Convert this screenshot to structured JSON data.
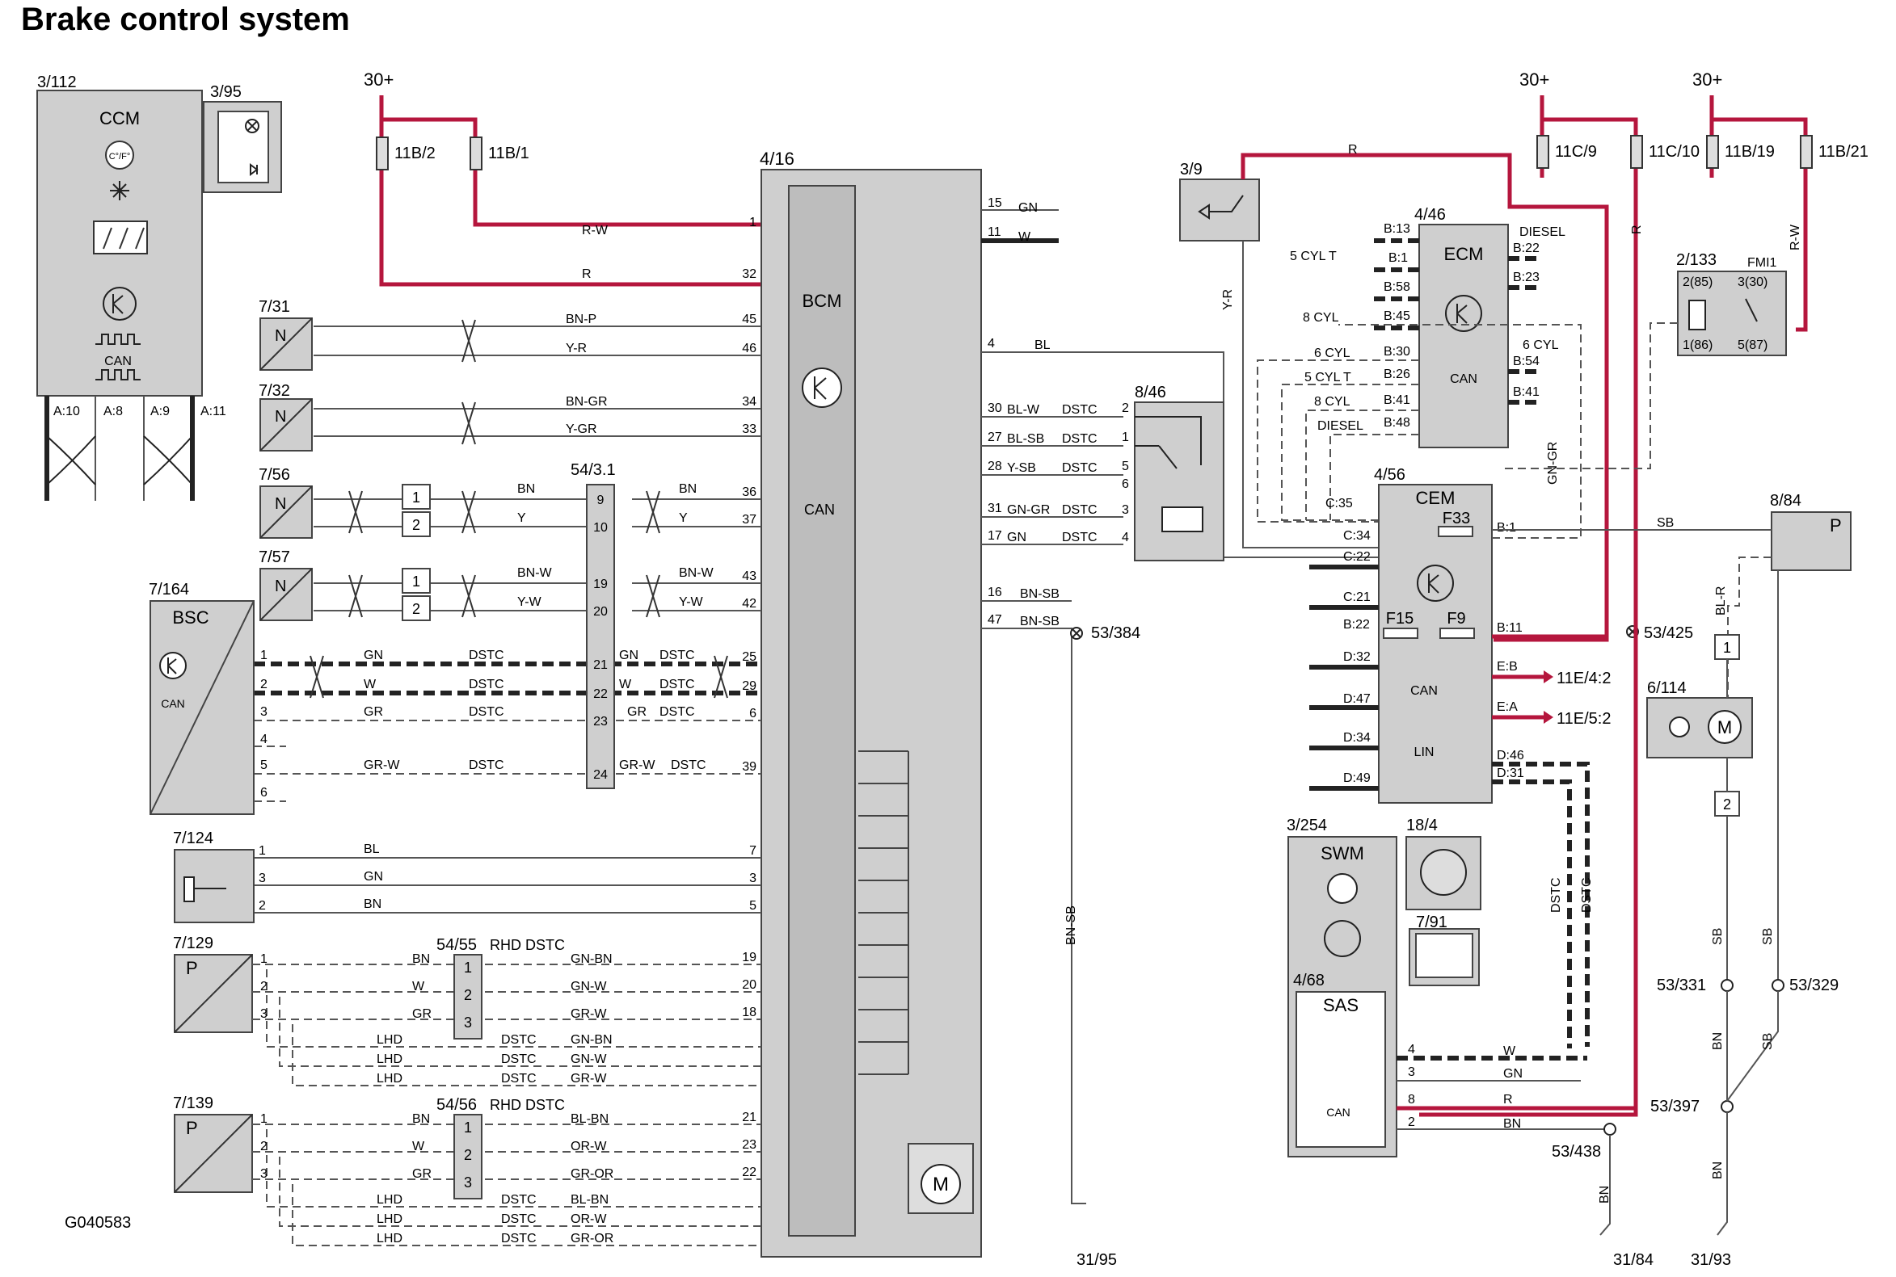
{
  "title": "Brake control system",
  "figure_code": "G040583",
  "colors": {
    "power": "#b5163d",
    "component": "#cfcfcf",
    "wire": "#555555"
  },
  "components": {
    "ccm": {
      "ref": "3/112",
      "name": "CCM",
      "pins": [
        "A:10",
        "A:8",
        "A:9",
        "A:11"
      ],
      "unit_icon": "C°/F°",
      "can": "CAN"
    },
    "switch_395": {
      "ref": "3/95"
    },
    "bcm": {
      "ref": "4/16",
      "name": "BCM",
      "can": "CAN"
    },
    "sensor_731": {
      "ref": "7/31",
      "letter": "N"
    },
    "sensor_732": {
      "ref": "7/32",
      "letter": "N"
    },
    "sensor_756": {
      "ref": "7/56",
      "letter": "N"
    },
    "sensor_757": {
      "ref": "7/57",
      "letter": "N"
    },
    "bsc": {
      "ref": "7/164",
      "name": "BSC",
      "can": "CAN"
    },
    "sensor_7124": {
      "ref": "7/124"
    },
    "sensor_7129": {
      "ref": "7/129",
      "letter": "P"
    },
    "sensor_7139": {
      "ref": "7/139",
      "letter": "P"
    },
    "connector_543": {
      "ref": "54/3.1"
    },
    "connector_5455": {
      "ref": "54/55",
      "note": "RHD DSTC"
    },
    "connector_5456": {
      "ref": "54/56",
      "note": "RHD DSTC"
    },
    "switch_846": {
      "ref": "8/46"
    },
    "switch_39": {
      "ref": "3/9"
    },
    "ecm": {
      "ref": "4/46",
      "name": "ECM",
      "can": "CAN"
    },
    "cem": {
      "ref": "4/56",
      "name": "CEM",
      "can": "CAN",
      "lin": "LIN"
    },
    "relay_2133": {
      "ref": "2/133",
      "label": "FMI1",
      "pins": [
        "2(85)",
        "3(30)",
        "1(86)",
        "5(87)"
      ]
    },
    "valve_884": {
      "ref": "8/84",
      "letter": "P"
    },
    "pump_6114": {
      "ref": "6/114"
    },
    "swm": {
      "ref": "3/254",
      "name": "SWM"
    },
    "sas": {
      "ref": "4/68",
      "name": "SAS",
      "can": "CAN"
    },
    "sensor_184": {
      "ref": "18/4"
    },
    "sensor_791": {
      "ref": "7/91"
    }
  },
  "power": {
    "supply": "30+"
  },
  "fuses": [
    "11B/2",
    "11B/1",
    "11C/9",
    "11C/10",
    "11B/19",
    "11B/21"
  ],
  "grounds": [
    "53/384",
    "53/425",
    "53/331",
    "53/329",
    "53/397",
    "53/438"
  ],
  "ground_points": [
    "31/95",
    "31/84",
    "31/93"
  ],
  "connectors_out": [
    "11E/4:2",
    "11E/5:2"
  ],
  "labels": {
    "ecm_variants": [
      "5 CYL T",
      "8 CYL",
      "DIESEL",
      "6 CYL",
      "6 CYL",
      "5 CYL T",
      "8 CYL",
      "DIESEL"
    ],
    "ecm_pins": [
      "B:13",
      "B:1",
      "B:58",
      "B:45",
      "B:22",
      "B:23",
      "B:30",
      "B:26",
      "B:41",
      "B:48",
      "B:54",
      "B:41"
    ],
    "cem_pins": [
      "C:35",
      "C:34",
      "C:22",
      "C:21",
      "B:22",
      "D:32",
      "D:47",
      "D:34",
      "D:49",
      "B:1",
      "B:11",
      "E:B",
      "E:A",
      "D:46",
      "D:31"
    ],
    "cem_fuses": [
      "F33",
      "F15",
      "F9"
    ],
    "lhd": "LHD",
    "dstc": "DSTC"
  }
}
